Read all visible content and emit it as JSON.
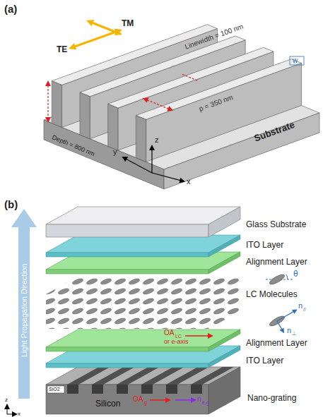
{
  "diagram": {
    "labels": [
      "(a)",
      "TM",
      "TE",
      "Linewidth = 100 nm",
      "Depth = 800 nm",
      "p = 350 nm",
      "w",
      "y",
      "x",
      "z",
      "Substrate",
      "(b)",
      "Light Propagation Direction",
      "Glass Substrate",
      "ITO Layer",
      "Alignment Layer",
      "θ",
      "n",
      "//",
      "n",
      "⊥",
      "LC Molecules",
      "OA",
      "LC",
      "or e-axis",
      "Alignment Layer",
      "ITO Layer",
      "SiO2",
      "Silicon",
      "OA",
      "g",
      "n",
      "e,g",
      "Nano-grating",
      "z",
      "x"
    ]
  }
}
